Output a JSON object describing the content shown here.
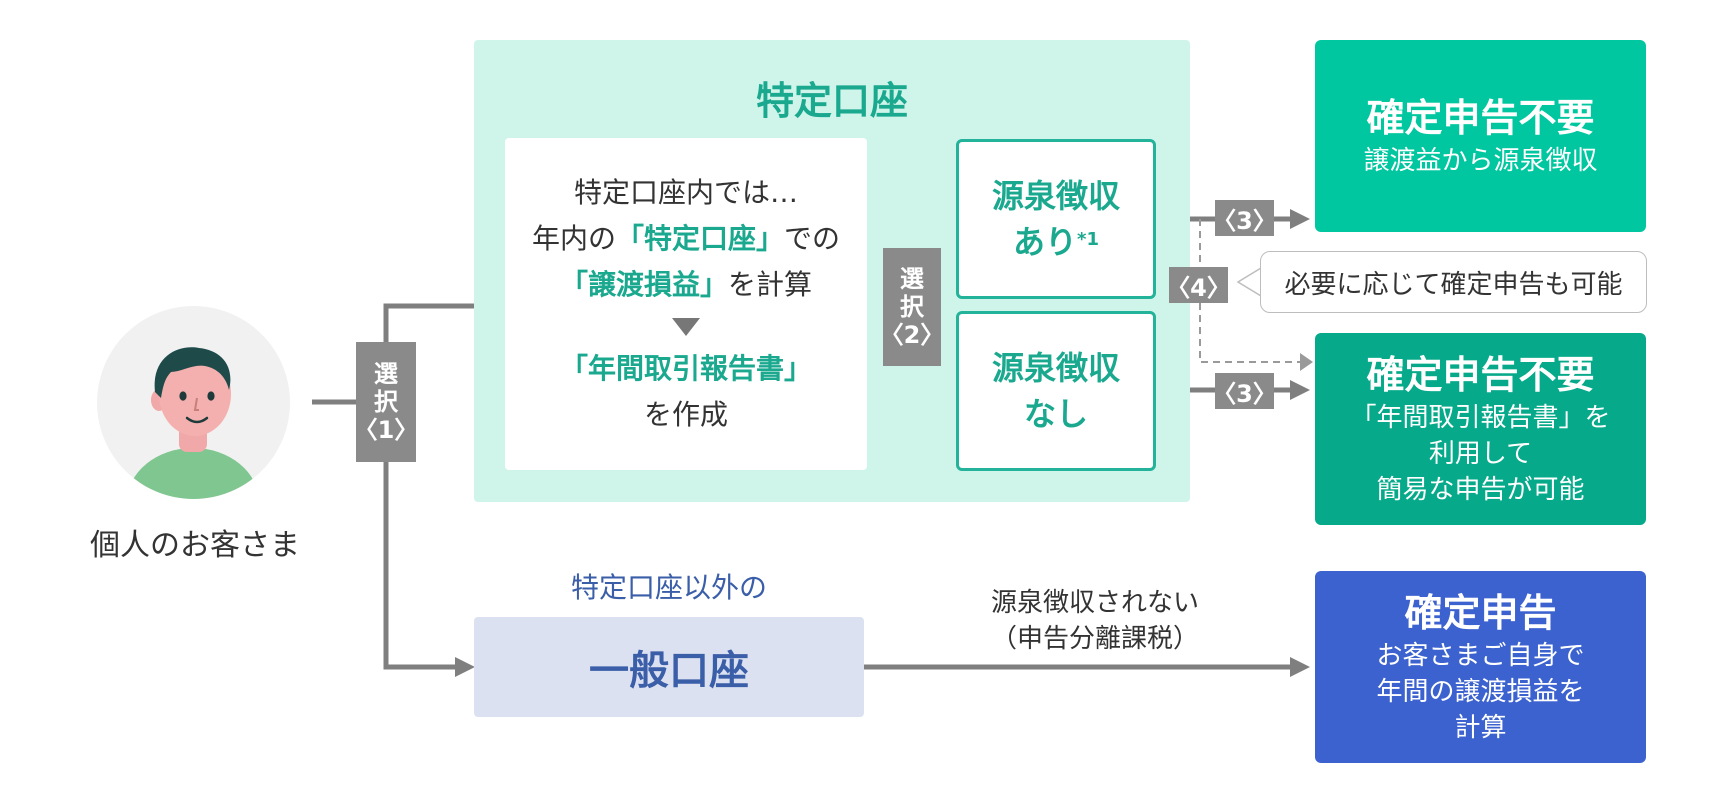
{
  "customer": {
    "label": "個人のお客さま"
  },
  "select_tags": [
    {
      "line1": "選",
      "line2": "択",
      "line3": "〈1〉"
    },
    {
      "line1": "選",
      "line2": "択",
      "line3": "〈2〉"
    }
  ],
  "tokutei": {
    "title": "特定口座",
    "inner": {
      "line1": "特定口座内では…",
      "line2_pre": "年内の",
      "line2_hl": "「特定口座」",
      "line2_post": "での",
      "line3_hl": "「譲渡損益」",
      "line3_post": "を計算",
      "line4_hl": "「年間取引報告書」",
      "line5": "を作成"
    },
    "withholding_yes": {
      "line1": "源泉徴収",
      "line2": "あり",
      "footnote": "*1"
    },
    "withholding_no": {
      "line1": "源泉徴収",
      "line2": "なし"
    }
  },
  "number_tags": {
    "three": "〈3〉",
    "four": "〈4〉"
  },
  "callout": {
    "text": "必要に応じて確定申告も可能"
  },
  "results": {
    "a": {
      "title": "確定申告不要",
      "desc": [
        "譲渡益から源泉徴収"
      ]
    },
    "b": {
      "title": "確定申告不要",
      "desc": [
        "「年間取引報告書」を",
        "利用して",
        "簡易な申告が可能"
      ]
    },
    "c": {
      "title": "確定申告",
      "desc": [
        "お客さまご自身で",
        "年間の譲渡損益を",
        "計算"
      ]
    }
  },
  "general": {
    "pre_label": "特定口座以外の",
    "title": "一般口座",
    "arrow_label_line1": "源泉徴収されない",
    "arrow_label_line2": "（申告分離課税）"
  },
  "colors": {
    "panel_bg": "#cff5eb",
    "green_text": "#1aa88f",
    "result_a": "#00c7a0",
    "result_b": "#06a98a",
    "result_c": "#3c62cf",
    "general_bg": "#dbe1f0",
    "general_text": "#3b5ea8",
    "tag_gray": "#8a8a8a"
  }
}
